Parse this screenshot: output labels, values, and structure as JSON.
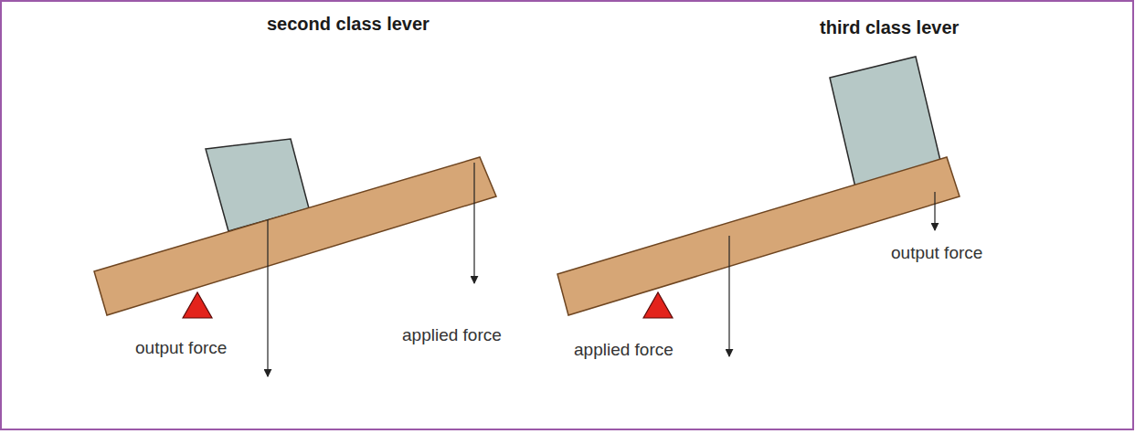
{
  "diagram": {
    "labels": [
      "second class lever",
      "third class lever",
      "output force",
      "applied force",
      "applied force",
      "output force"
    ]
  }
}
